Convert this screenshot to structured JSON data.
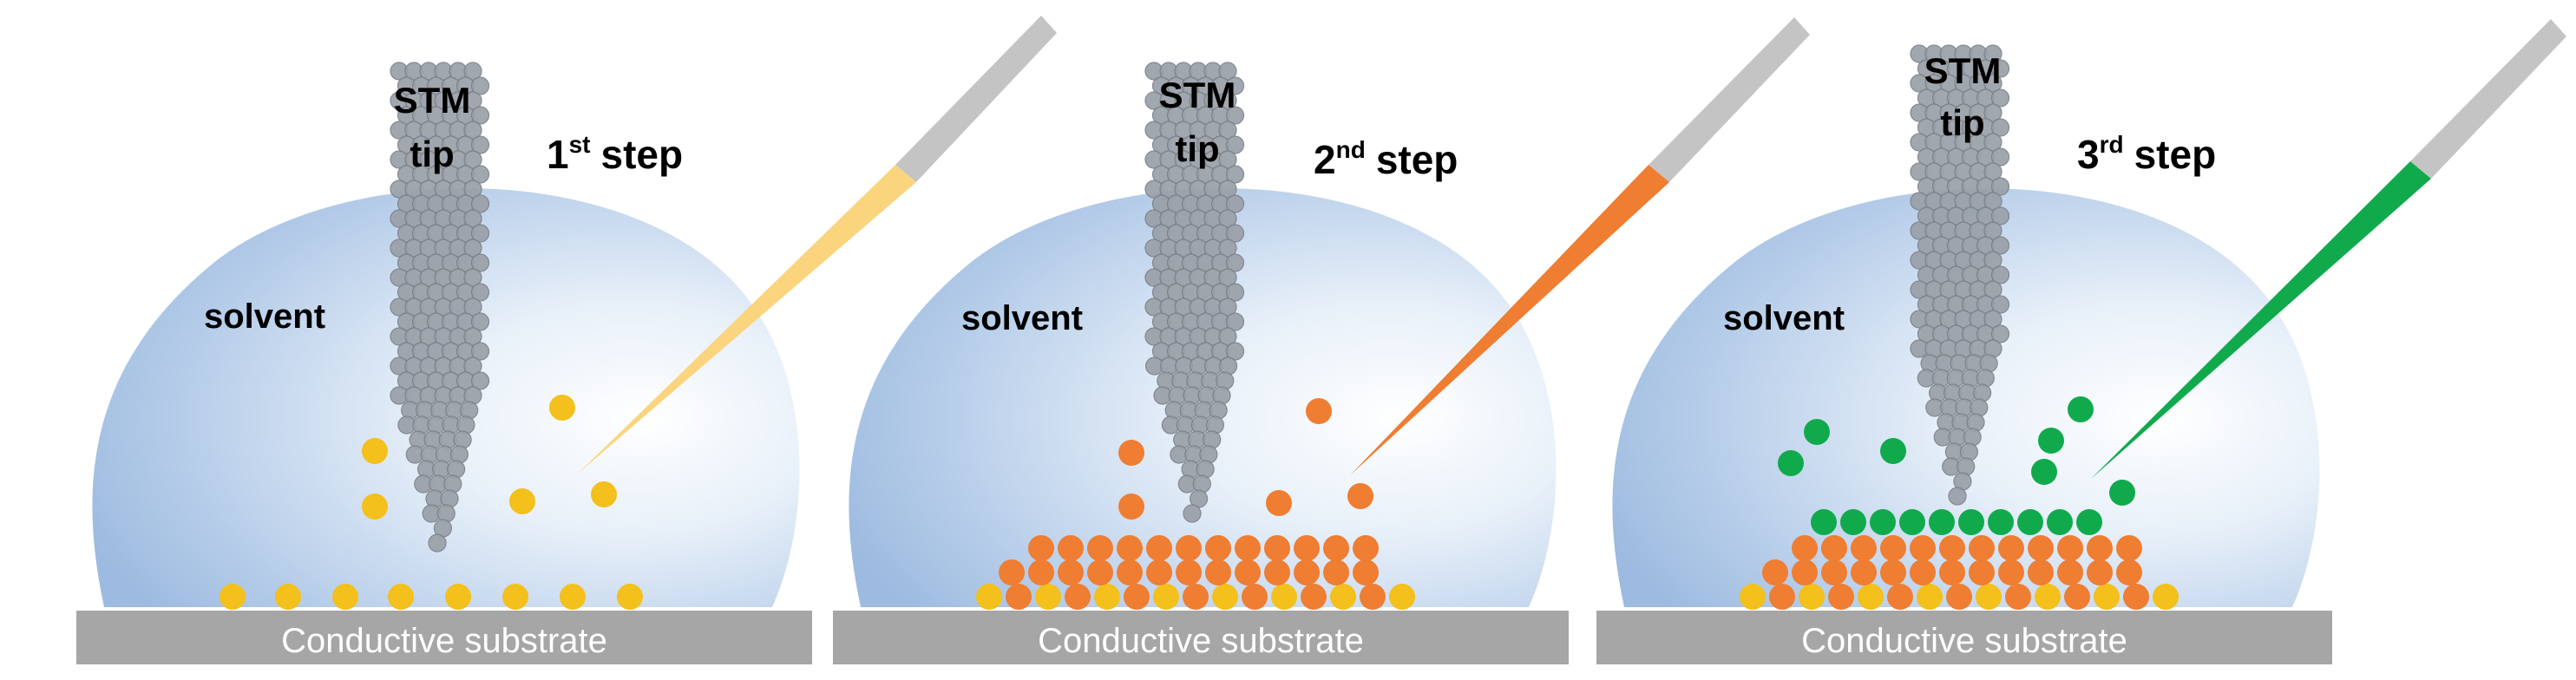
{
  "panels": [
    {
      "tip_label_line1": "STM",
      "tip_label_line2": "tip",
      "step_number": "1",
      "step_suffix": "st",
      "step_word": "step",
      "solvent_label": "solvent",
      "substrate_label": "Conductive substrate",
      "pipette_color": "#fbd47e",
      "adsorbed_molecule_colors": [
        "#f3c01c"
      ],
      "free_molecule_color": "#f3c01c"
    },
    {
      "tip_label_line1": "STM",
      "tip_label_line2": "tip",
      "step_number": "2",
      "step_suffix": "nd",
      "step_word": "step",
      "solvent_label": "solvent",
      "substrate_label": "Conductive substrate",
      "pipette_color": "#ef7d32",
      "adsorbed_molecule_colors": [
        "#f3c01c",
        "#ef7d32"
      ],
      "free_molecule_color": "#ef7d32"
    },
    {
      "tip_label_line1": "STM",
      "tip_label_line2": "tip",
      "step_number": "3",
      "step_suffix": "rd",
      "step_word": "step",
      "solvent_label": "solvent",
      "substrate_label": "Conductive substrate",
      "pipette_color": "#10aa4d",
      "adsorbed_molecule_colors": [
        "#f3c01c",
        "#ef7d32",
        "#10aa4d"
      ],
      "free_molecule_color": "#10aa4d"
    }
  ],
  "colors": {
    "substrate": "#a6a6a6",
    "substrate_edge": "#8f8f8f",
    "tip_atom": "#9aa0a8",
    "tip_atom_edge": "#7b8088",
    "droplet_center": "#ffffff",
    "droplet_edge": "#9dbbe0",
    "pipette_glass": "#c4c4c4"
  }
}
